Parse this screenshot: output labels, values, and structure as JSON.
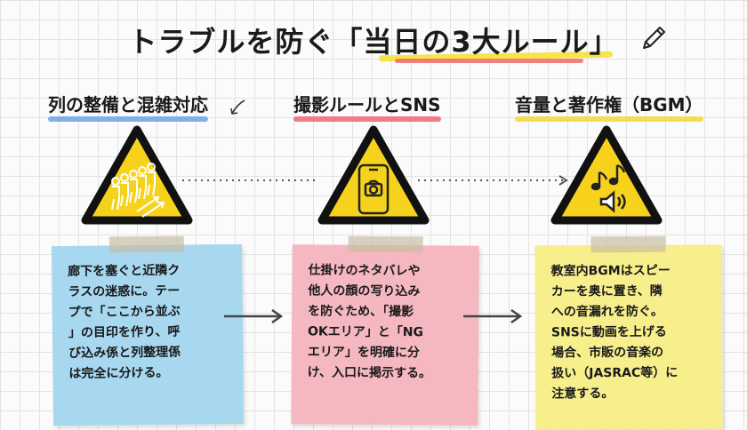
{
  "title": {
    "prefix": "トラブルを防ぐ",
    "highlight": "「当日の3大ルール」"
  },
  "columns": [
    {
      "heading": "列の整備と混雑対応",
      "icon": "people-line-icon",
      "note_lines": [
        "廊下を塞ぐと近隣ク",
        "ラスの迷惑に。テー",
        "プで「ここから並ぶ",
        "」の目印を作り、呼",
        "び込み係と列整理係",
        "は完全に分ける。"
      ]
    },
    {
      "heading": "撮影ルールとSNS",
      "icon": "smartphone-camera-icon",
      "note_lines": [
        "仕掛けのネタバレや",
        "他人の顔の写り込み",
        "を防ぐため、「撮影",
        "OKエリア」と「NG",
        "エリア」を明確に分",
        "け、入口に掲示する。"
      ]
    },
    {
      "heading": "音量と著作権（BGM）",
      "icon": "music-speaker-icon",
      "note_lines": [
        "教室内BGMはスピー",
        "カーを奥に置き、隣",
        "への音漏れを防ぐ。",
        "SNSに動画を上げる",
        "場合、市販の音楽の",
        "扱い（JASRAC等）に",
        "注意する。"
      ]
    }
  ],
  "colors": {
    "sign_yellow": "#f6d21d",
    "note_blue": "#a7d8f0",
    "note_pink": "#f5b7c0",
    "note_yellow": "#f7ee8c"
  }
}
